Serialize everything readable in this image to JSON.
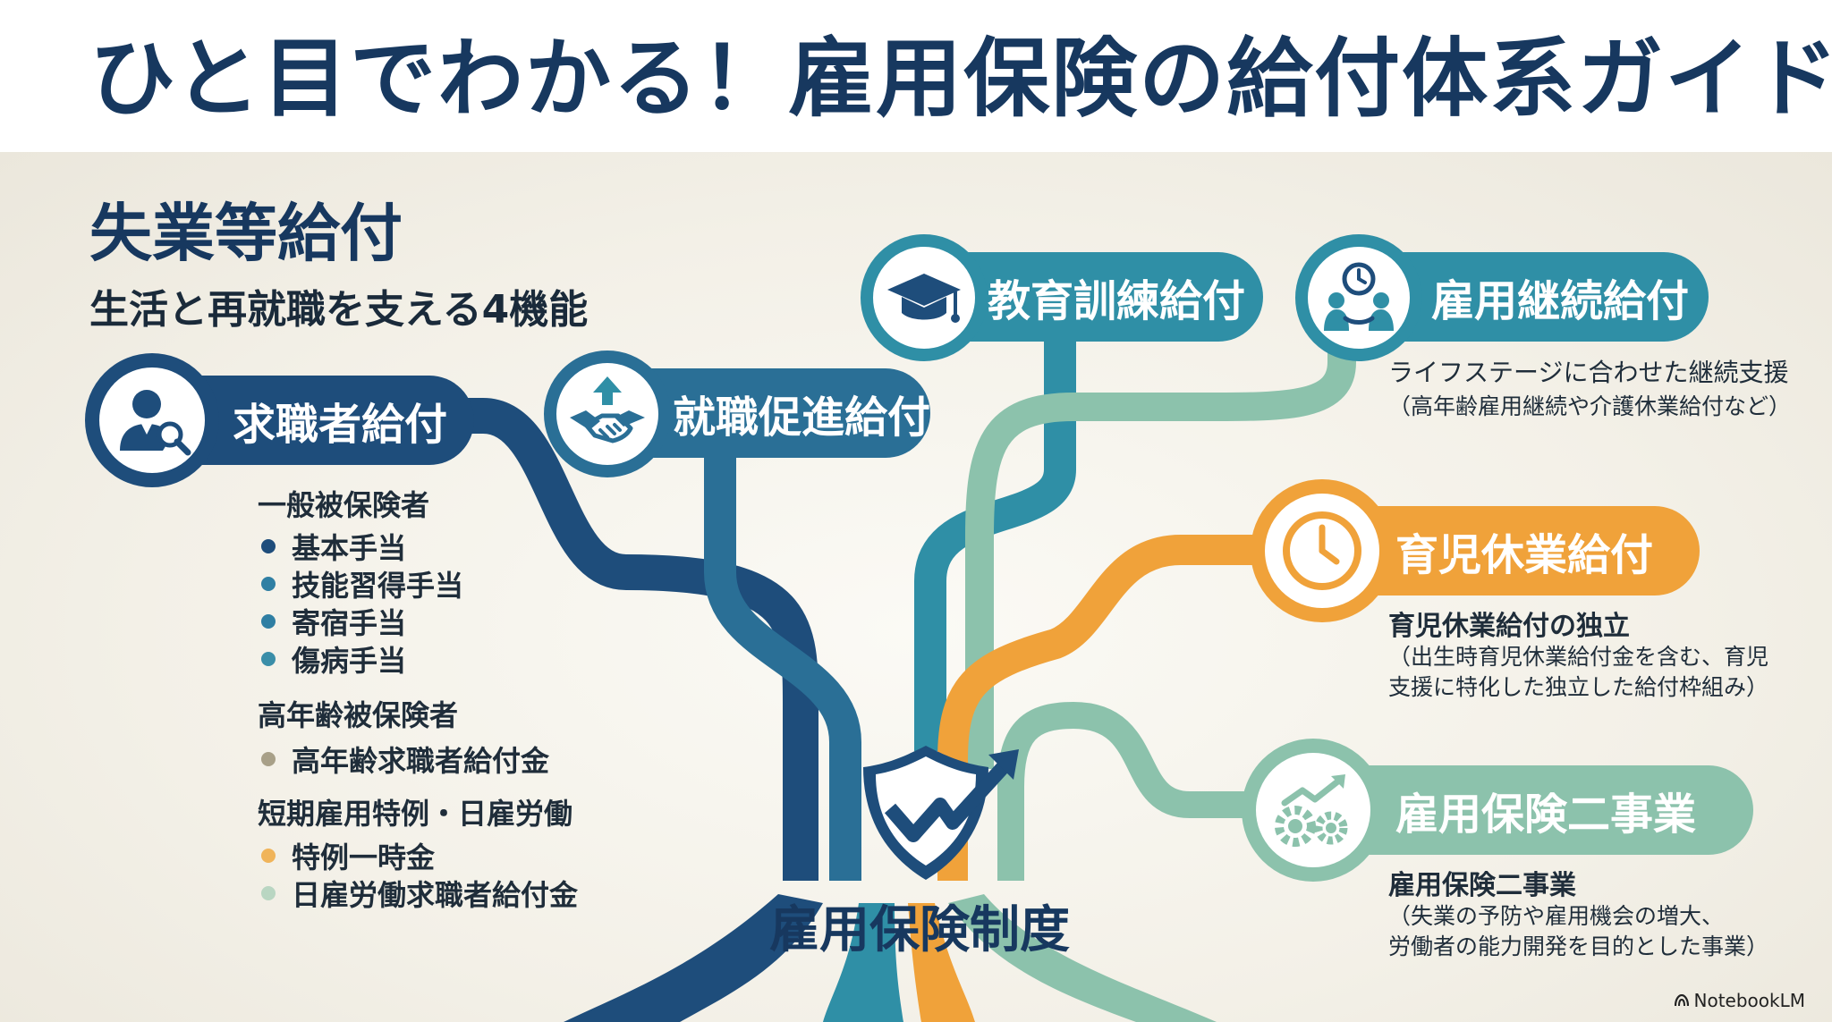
{
  "title": "ひと目でわかる！雇用保険の給付体系ガイド",
  "section": {
    "title": "失業等給付",
    "subtitle": "生活と再就職を支える4機能"
  },
  "center": {
    "label": "雇用保険制度"
  },
  "colors": {
    "navy": "#1e4d7b",
    "blue": "#2a6f96",
    "teal": "#2f8fa6",
    "green": "#8cc2ac",
    "orange": "#f0a23a",
    "text": "#17385f"
  },
  "branches": {
    "job_seeker": {
      "label": "求職者給付",
      "icon": "job-seeker-search-icon",
      "groups": [
        {
          "label": "一般被保険者",
          "items": [
            {
              "label": "基本手当",
              "color": "#1e4d7b"
            },
            {
              "label": "技能習得手当",
              "color": "#2f7fa3"
            },
            {
              "label": "寄宿手当",
              "color": "#2f7fa3"
            },
            {
              "label": "傷病手当",
              "color": "#3a8ea8"
            }
          ]
        },
        {
          "label": "高年齢被保険者",
          "items": [
            {
              "label": "高年齢求職者給付金",
              "color": "#a8a088"
            }
          ]
        },
        {
          "label": "短期雇用特例・日雇労働",
          "items": [
            {
              "label": "特例一時金",
              "color": "#f0b45a"
            },
            {
              "label": "日雇労働求職者給付金",
              "color": "#b9d6c2"
            }
          ]
        }
      ]
    },
    "employment_promotion": {
      "label": "就職促進給付",
      "icon": "handshake-icon"
    },
    "education_training": {
      "label": "教育訓練給付",
      "icon": "graduation-cap-icon"
    },
    "employment_continuation": {
      "label": "雇用継続給付",
      "icon": "family-clock-icon",
      "desc_title": "ライフステージに合わせた継続支援",
      "desc_lines": [
        "（高年齢雇用継続や介護休業給付など）"
      ]
    },
    "childcare": {
      "label": "育児休業給付",
      "icon": "clock-icon",
      "desc_title": "育児休業給付の独立",
      "desc_lines": [
        "（出生時育児休業給付金を含む、育児",
        "支援に特化した独立した給付枠組み）"
      ]
    },
    "two_projects": {
      "label": "雇用保険二事業",
      "icon": "gears-growth-icon",
      "desc_title": "雇用保険二事業",
      "desc_lines": [
        "（失業の予防や雇用機会の増大、",
        "労働者の能力開発を目的とした事業）"
      ]
    }
  },
  "brand": "NotebookLM"
}
